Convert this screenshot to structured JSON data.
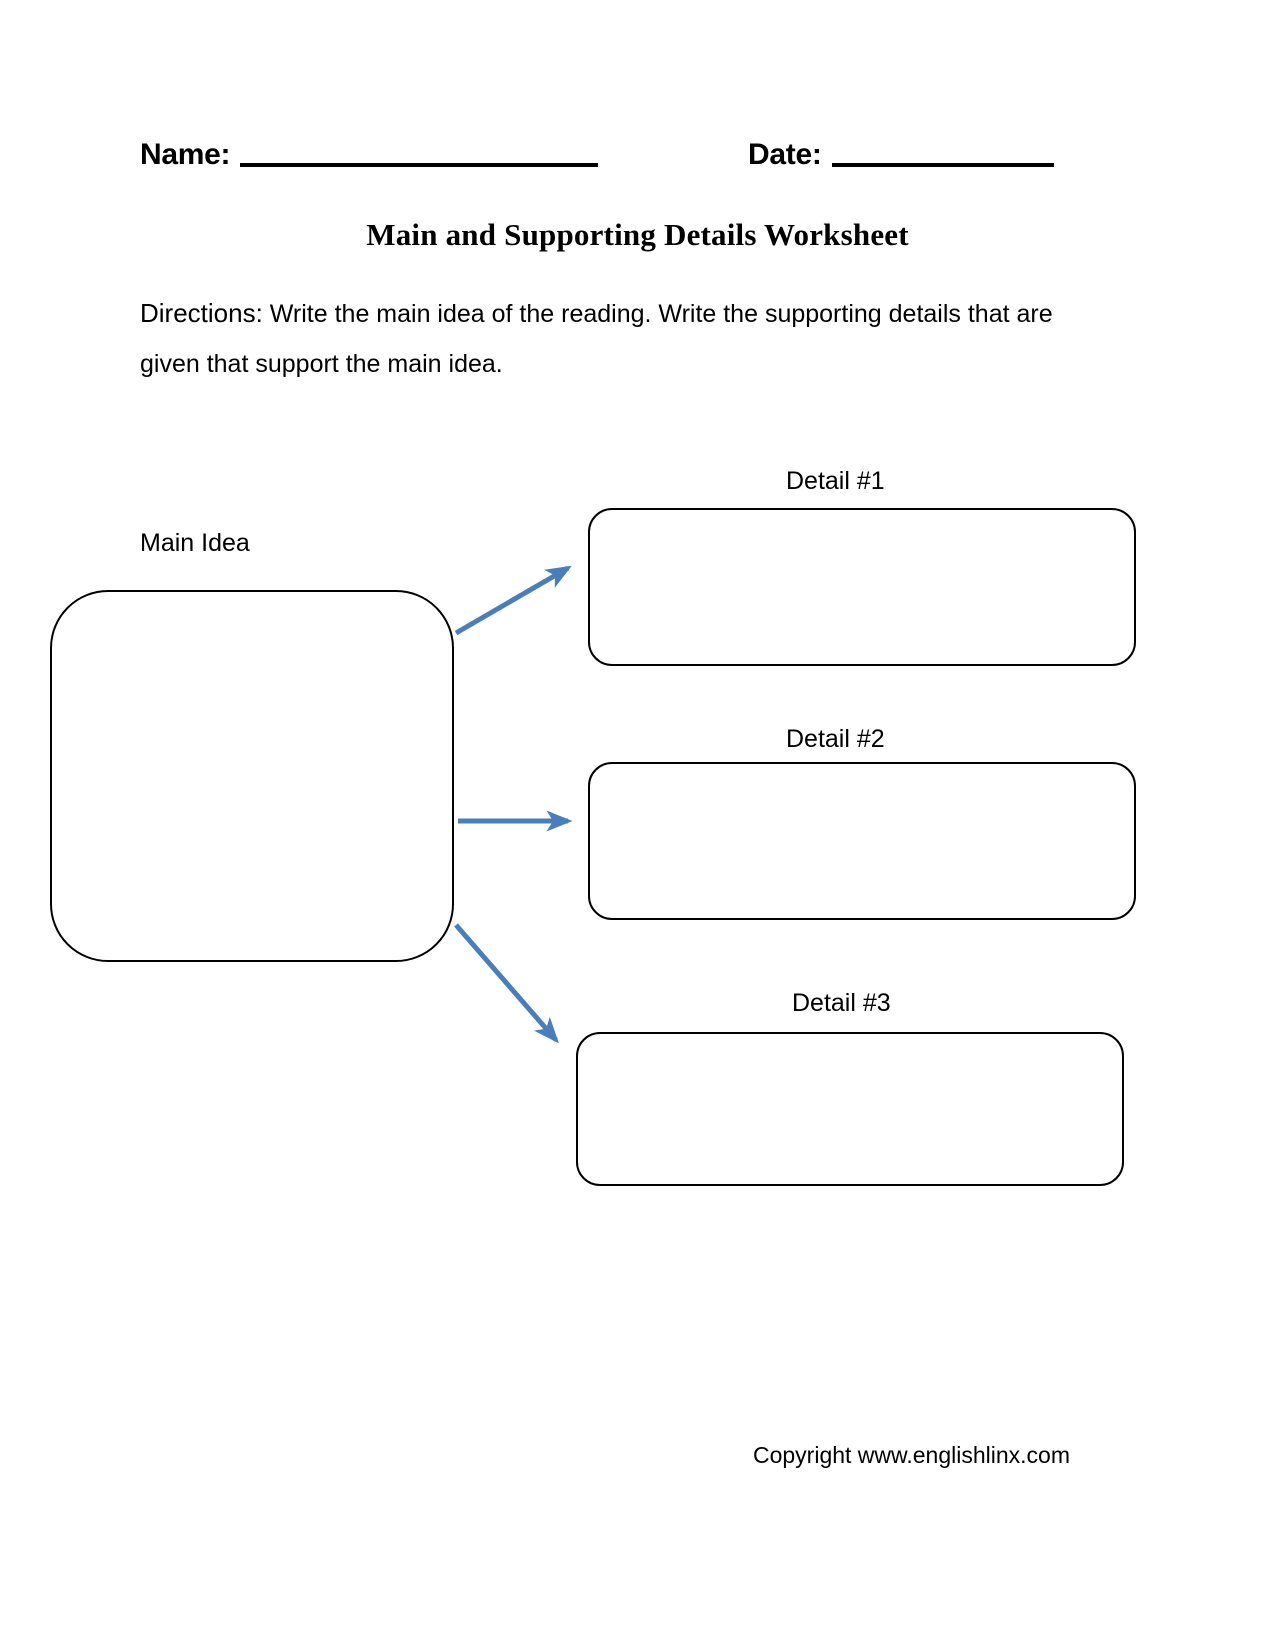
{
  "header": {
    "name_label": "Name:",
    "date_label": "Date:"
  },
  "title": "Main and Supporting Details Worksheet",
  "directions": {
    "lead": "Directions:",
    "body": " Write the main idea of the reading. Write the supporting details that are given that support the main idea."
  },
  "diagram": {
    "main_idea": {
      "label": "Main Idea"
    },
    "details": [
      {
        "label": "Detail #1"
      },
      {
        "label": "Detail #2"
      },
      {
        "label": "Detail #3"
      }
    ],
    "arrow_color": "#4a7ebb",
    "outline_color": "#000000"
  },
  "footer": {
    "copyright": "Copyright www.englishlinx.com"
  }
}
